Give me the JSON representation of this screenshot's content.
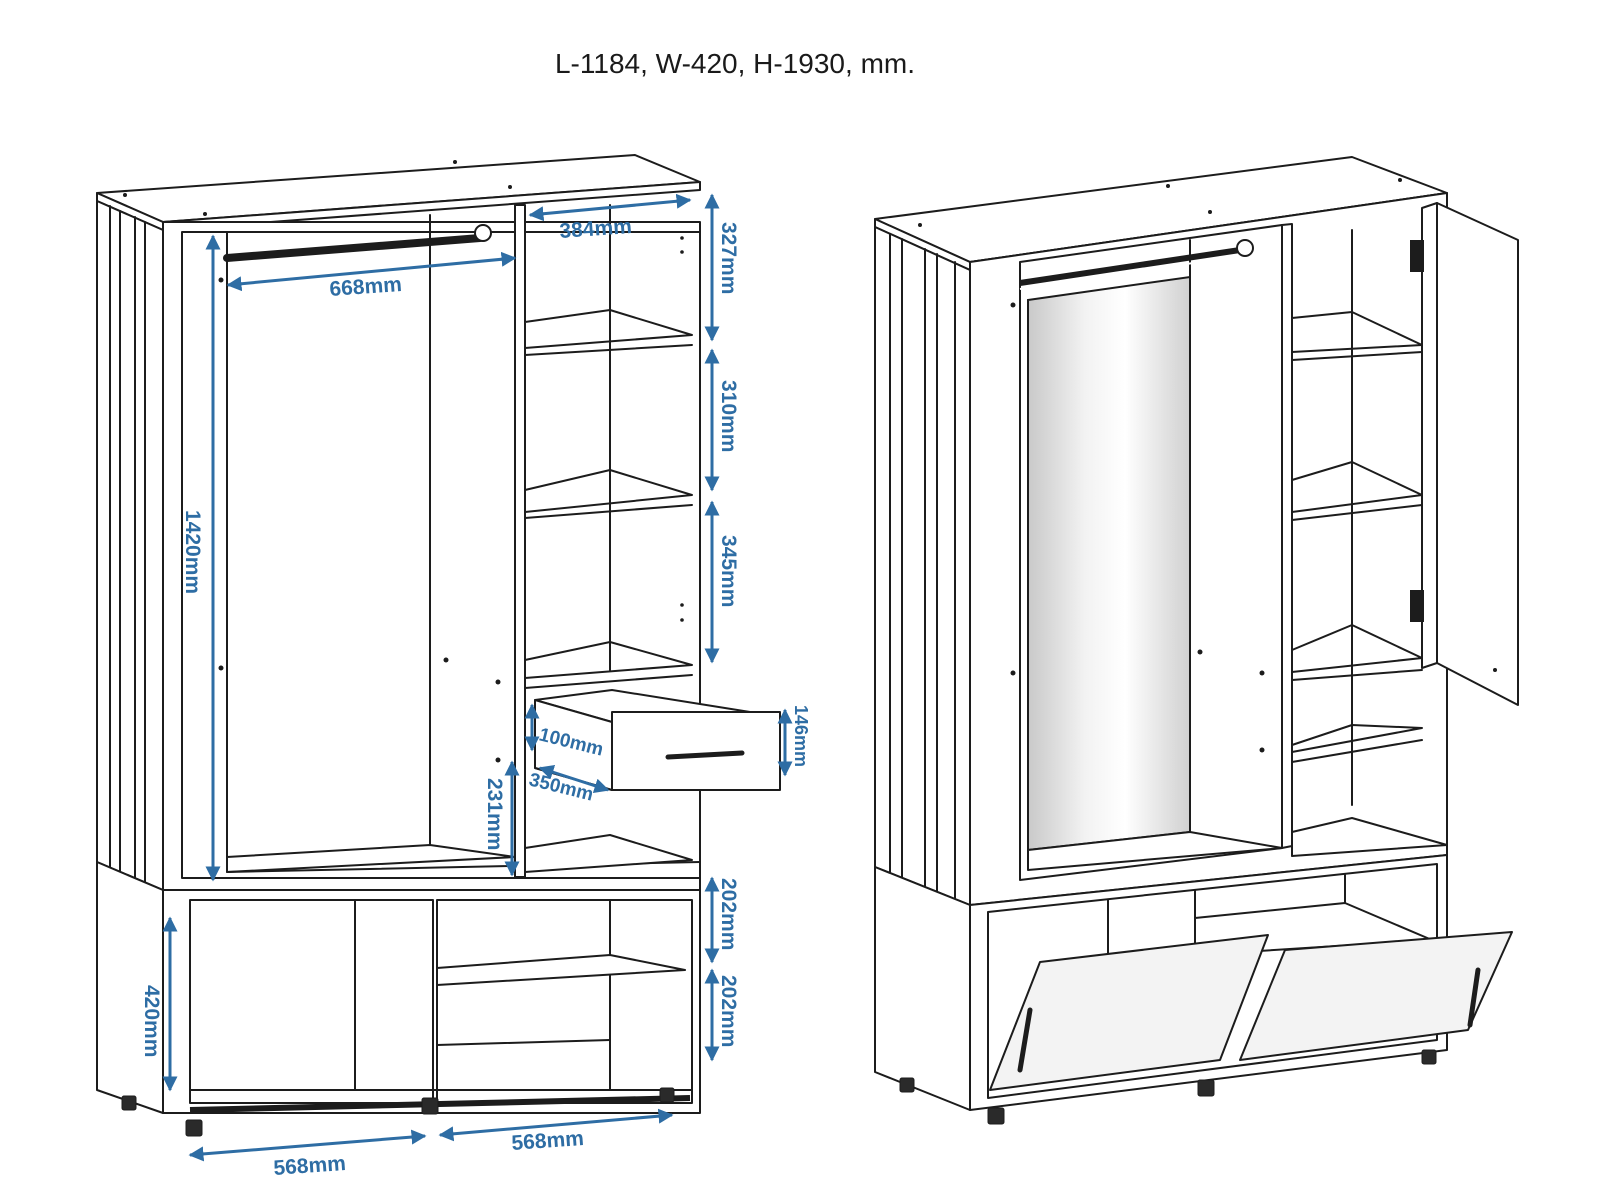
{
  "header": {
    "title": "L-1184, W-420, H-1930, mm."
  },
  "dimensions": {
    "rail_width": "668mm",
    "shelf_width": "384mm",
    "hanging_height": "1420mm",
    "section_1": "327mm",
    "section_2": "310mm",
    "section_3": "345mm",
    "drawer_height": "146mm",
    "drawer_inner": "100mm",
    "drawer_depth": "350mm",
    "under_drawer": "231mm",
    "lower_1": "202mm",
    "lower_2": "202mm",
    "base_height": "420mm",
    "base_left": "568mm",
    "base_right": "568mm"
  },
  "colors": {
    "dimension": "#2e6da4",
    "outline": "#1c1c1c"
  }
}
